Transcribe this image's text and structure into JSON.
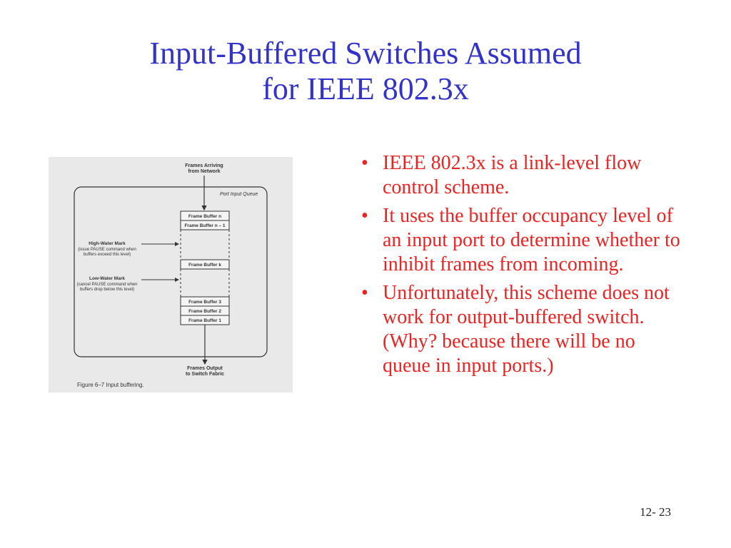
{
  "slide": {
    "title_line1": "Input-Buffered Switches Assumed",
    "title_line2": "for IEEE 802.3x",
    "page_number": "12- 23"
  },
  "bullets": [
    {
      "text": "IEEE 802.3x is a link-level flow control scheme."
    },
    {
      "text": "It uses the buffer occupancy level of an input port to determine whether to inhibit frames from incoming."
    },
    {
      "text": "Unfortunately, this scheme does not work for output-buffered switch. (Why? because there will be no queue in input ports.)"
    }
  ],
  "figure": {
    "frames_arriving_1": "Frames Arriving",
    "frames_arriving_2": "from Network",
    "queue_label": "Port Input Queue",
    "buffer_n": "Frame Buffer n",
    "buffer_n1": "Frame Buffer n – 1",
    "buffer_k": "Frame Buffer k",
    "buffer_3": "Frame Buffer 3",
    "buffer_2": "Frame Buffer 2",
    "buffer_1": "Frame Buffer 1",
    "high_mark_1": "High-Water Mark",
    "high_mark_2": "(issue PAUSE command when",
    "high_mark_3": "buffers exceed this level)",
    "low_mark_1": "Low-Water Mark",
    "low_mark_2": "(cancel PAUSE command when",
    "low_mark_3": "buffers drop below this level)",
    "output_1": "Frames Output",
    "output_2": "to Switch Fabric",
    "caption": "Figure 6–7  Input buffering."
  }
}
